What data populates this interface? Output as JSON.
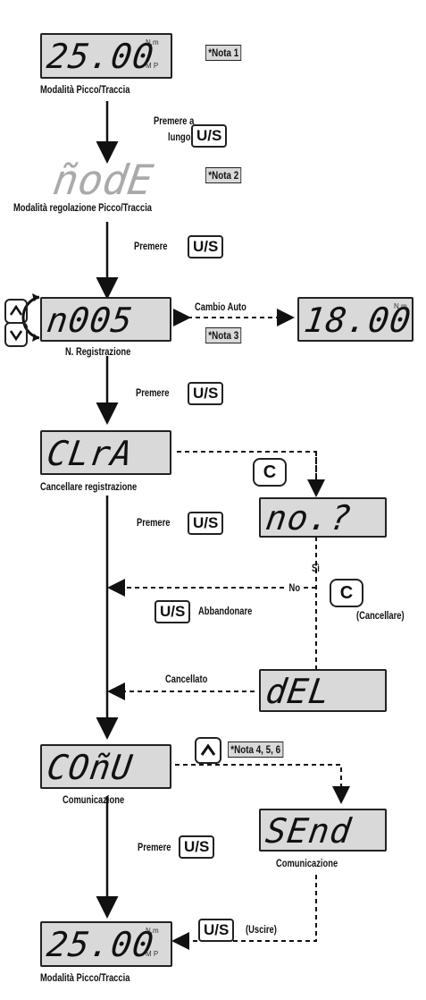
{
  "displays": {
    "peak_start": "25.00",
    "mode": "ñodE",
    "n_reg": "n005",
    "auto_value": "18.00",
    "clra": "CLrA",
    "no": "no.?",
    "del": "dEL",
    "comu": "COñU",
    "send": "SEnd",
    "peak_end": "25.00"
  },
  "units": {
    "nm": "N.m",
    "mp": "M  P"
  },
  "labels": {
    "peak_mode_top": "Modalità Picco/Traccia",
    "long_press": "Premere a",
    "long_press_2": "lungo",
    "mode_adjust": "Modalità regolazione Picco/Traccia",
    "press_1": "Premere",
    "cambio_auto": "Cambio Auto",
    "n_registrazione": "N. Registrazione",
    "press_2": "Premere",
    "cancellare_reg": "Cancellare registrazione",
    "press_3": "Premere",
    "si": "Sì",
    "no": "No",
    "abbandonare": "Abbandonare",
    "cancellare_paren": "(Cancellare)",
    "cancellato": "Cancellato",
    "comunicazione_1": "Comunicazione",
    "press_4": "Premere",
    "comunicazione_2": "Comunicazione",
    "uscire": "(Uscire)",
    "peak_mode_bottom": "Modalità Picco/Traccia"
  },
  "notes": {
    "n1": "*Nota 1",
    "n2": "*Nota 2",
    "n3": "*Nota 3",
    "n456": "*Nota 4, 5, 6"
  },
  "keys": {
    "us": "U/S",
    "c": "C",
    "up": "^",
    "down": "v"
  }
}
